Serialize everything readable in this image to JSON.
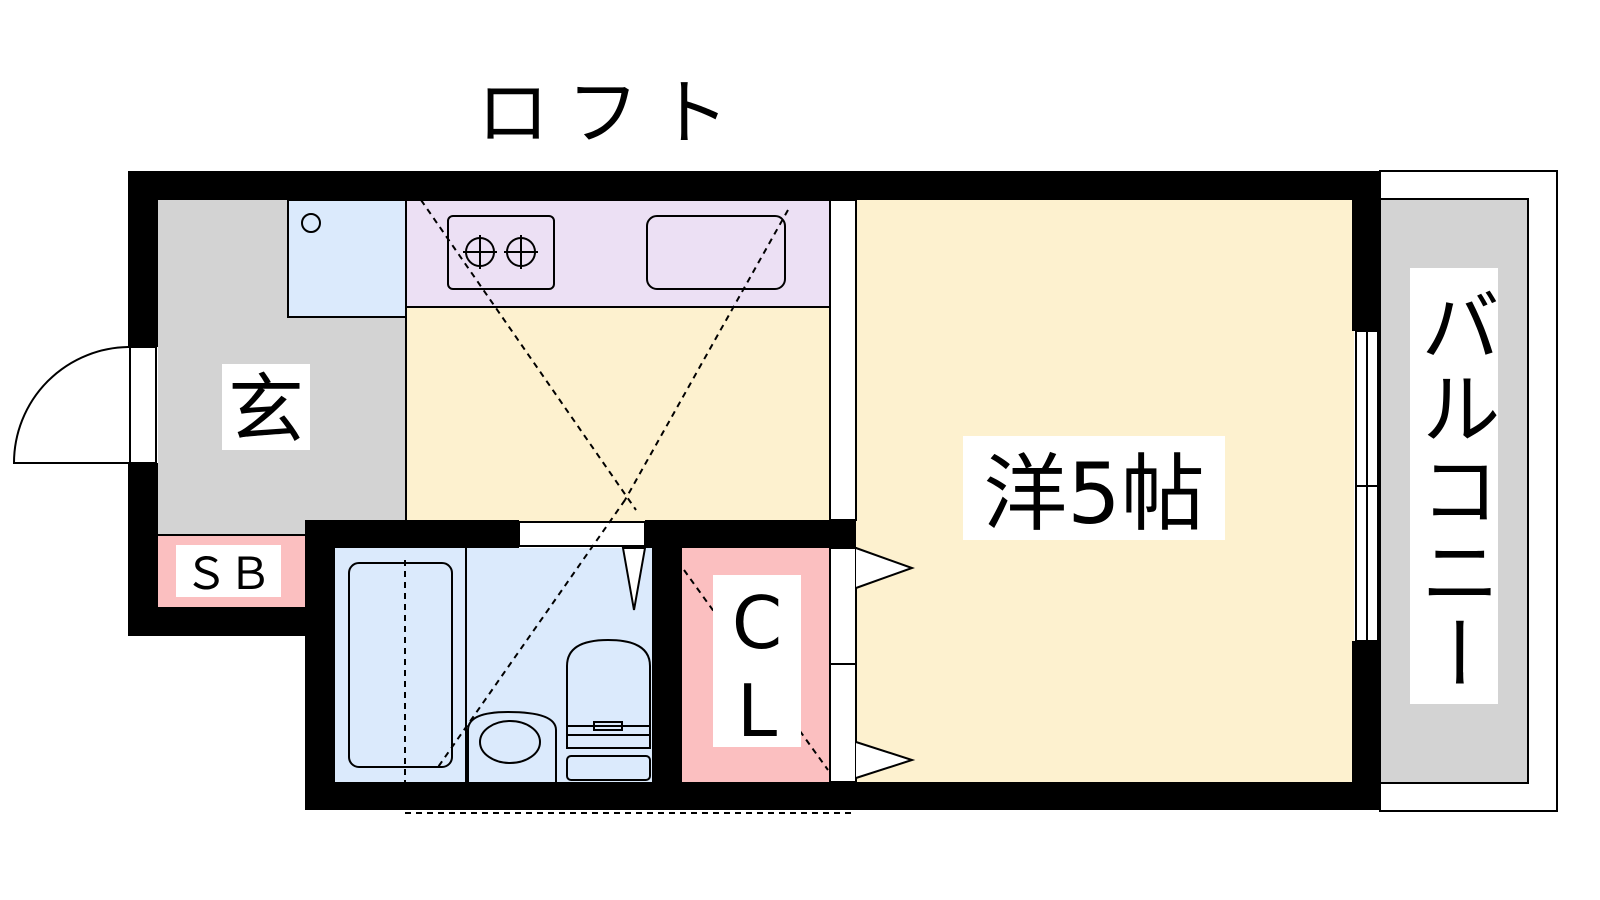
{
  "labels": {
    "loft": "ロフト",
    "entrance": "玄",
    "shoe_box": "ＳＢ",
    "closet_c": "C",
    "closet_l": "L",
    "western_room": "洋5帖",
    "balcony": "バルコニー"
  },
  "colors": {
    "wall": "#000000",
    "entrance_floor": "#d3d3d3",
    "fridge_area": "#dbeafc",
    "kitchen_counter": "#ece0f4",
    "room_floor": "#fdf1cf",
    "bathroom": "#dbeafc",
    "closet": "#fbbfc0",
    "shoe_box": "#fbbfc0",
    "balcony_floor": "#d3d3d3"
  },
  "icons": [
    "door-swing-icon",
    "stove-icon",
    "sink-icon",
    "bathtub-icon",
    "toilet-icon",
    "washbasin-icon",
    "window-icon"
  ]
}
